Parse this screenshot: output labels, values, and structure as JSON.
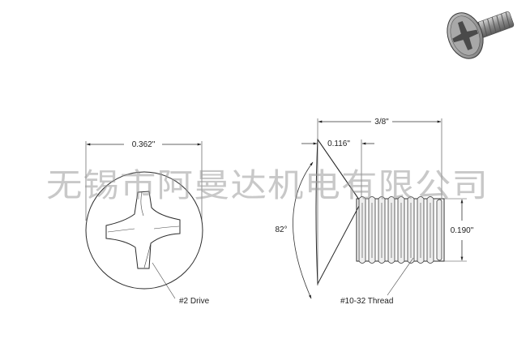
{
  "watermark": {
    "text": "无锡市阿曼达机电有限公司"
  },
  "top_view": {
    "diameter_label": "0.362\"",
    "drive_label": "#2 Drive"
  },
  "side_view": {
    "length_label": "3/8\"",
    "head_height_label": "0.116\"",
    "angle_label": "82°",
    "thread_diameter_label": "0.190\"",
    "thread_label": "#10-32 Thread"
  },
  "colors": {
    "line": "#333333",
    "watermark": "#9a9a9a",
    "iso_screw_body": "#8c8c8c",
    "iso_screw_head": "#b5b5b5"
  }
}
